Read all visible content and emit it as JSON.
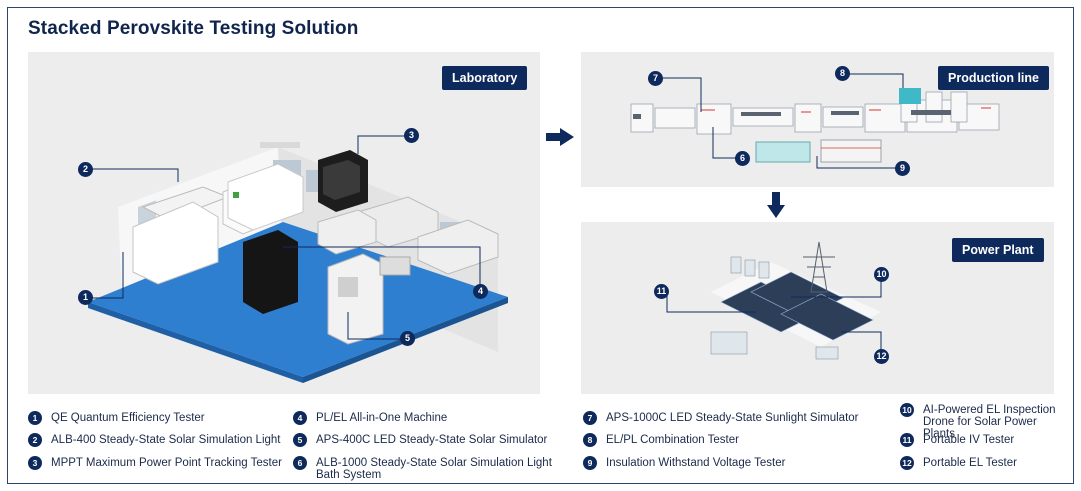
{
  "title": "Stacked Perovskite Testing Solution",
  "panels": {
    "laboratory": "Laboratory",
    "production": "Production line",
    "power": "Power Plant"
  },
  "badges": [
    "1",
    "2",
    "3",
    "4",
    "5",
    "6",
    "7",
    "8",
    "9",
    "10",
    "11",
    "12"
  ],
  "legend": [
    {
      "num": "1",
      "label": "QE Quantum Efficiency Tester"
    },
    {
      "num": "2",
      "label": "ALB-400 Steady-State Solar Simulation Light"
    },
    {
      "num": "3",
      "label": "MPPT Maximum Power Point Tracking Tester"
    },
    {
      "num": "4",
      "label": "PL/EL All-in-One Machine"
    },
    {
      "num": "5",
      "label": "APS-400C LED Steady-State Solar Simulator"
    },
    {
      "num": "6",
      "label": "ALB-1000 Steady-State Solar Simulation Light Bath System"
    },
    {
      "num": "7",
      "label": "APS-1000C LED Steady-State Sunlight Simulator"
    },
    {
      "num": "8",
      "label": "EL/PL Combination Tester"
    },
    {
      "num": "9",
      "label": "Insulation Withstand Voltage Tester"
    },
    {
      "num": "10",
      "label": "AI-Powered EL Inspection Drone for Solar Power Plants"
    },
    {
      "num": "11",
      "label": "Portable IV Tester"
    },
    {
      "num": "12",
      "label": "Portable EL Tester"
    }
  ],
  "colors": {
    "navy": "#0e2a5c",
    "floor": "#2f7fd0",
    "panel": "#ededed"
  }
}
